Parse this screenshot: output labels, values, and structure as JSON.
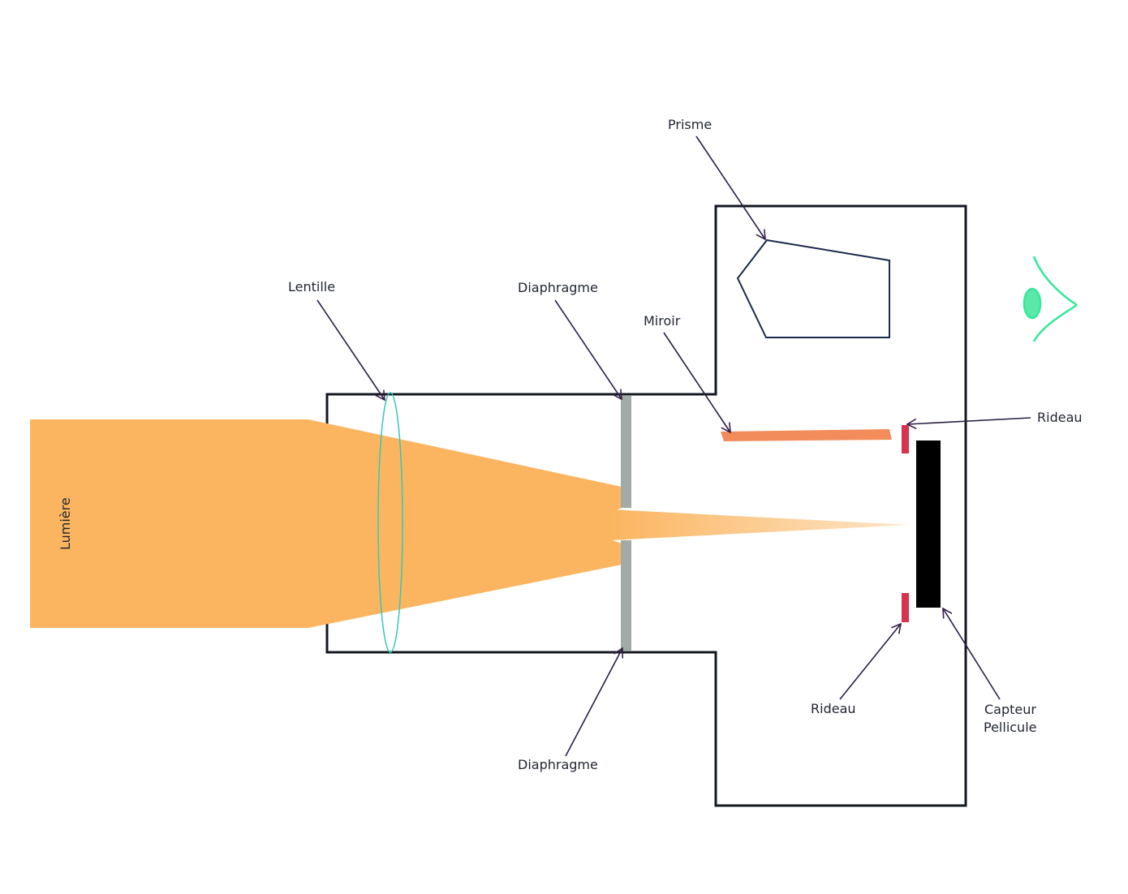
{
  "labels": {
    "prisme": "Prisme",
    "lentille": "Lentille",
    "diaphragme_top": "Diaphragme",
    "diaphragme_bottom": "Diaphragme",
    "miroir": "Miroir",
    "rideau_top": "Rideau",
    "rideau_bottom": "Rideau",
    "capteur_line1": "Capteur",
    "capteur_line2": "Pellicule",
    "lumiere": "Lumière"
  },
  "colors": {
    "outline": "#141820",
    "light_beam": "#fbb560",
    "lens": "#35c9b4",
    "diaphragm": "#a1aaa5",
    "mirror": "#f28d5b",
    "curtain": "#d9324c",
    "sensor": "#000000",
    "prism": "#1a2a4a",
    "arrow": "#2a1f44",
    "eye": "#34e89a"
  }
}
